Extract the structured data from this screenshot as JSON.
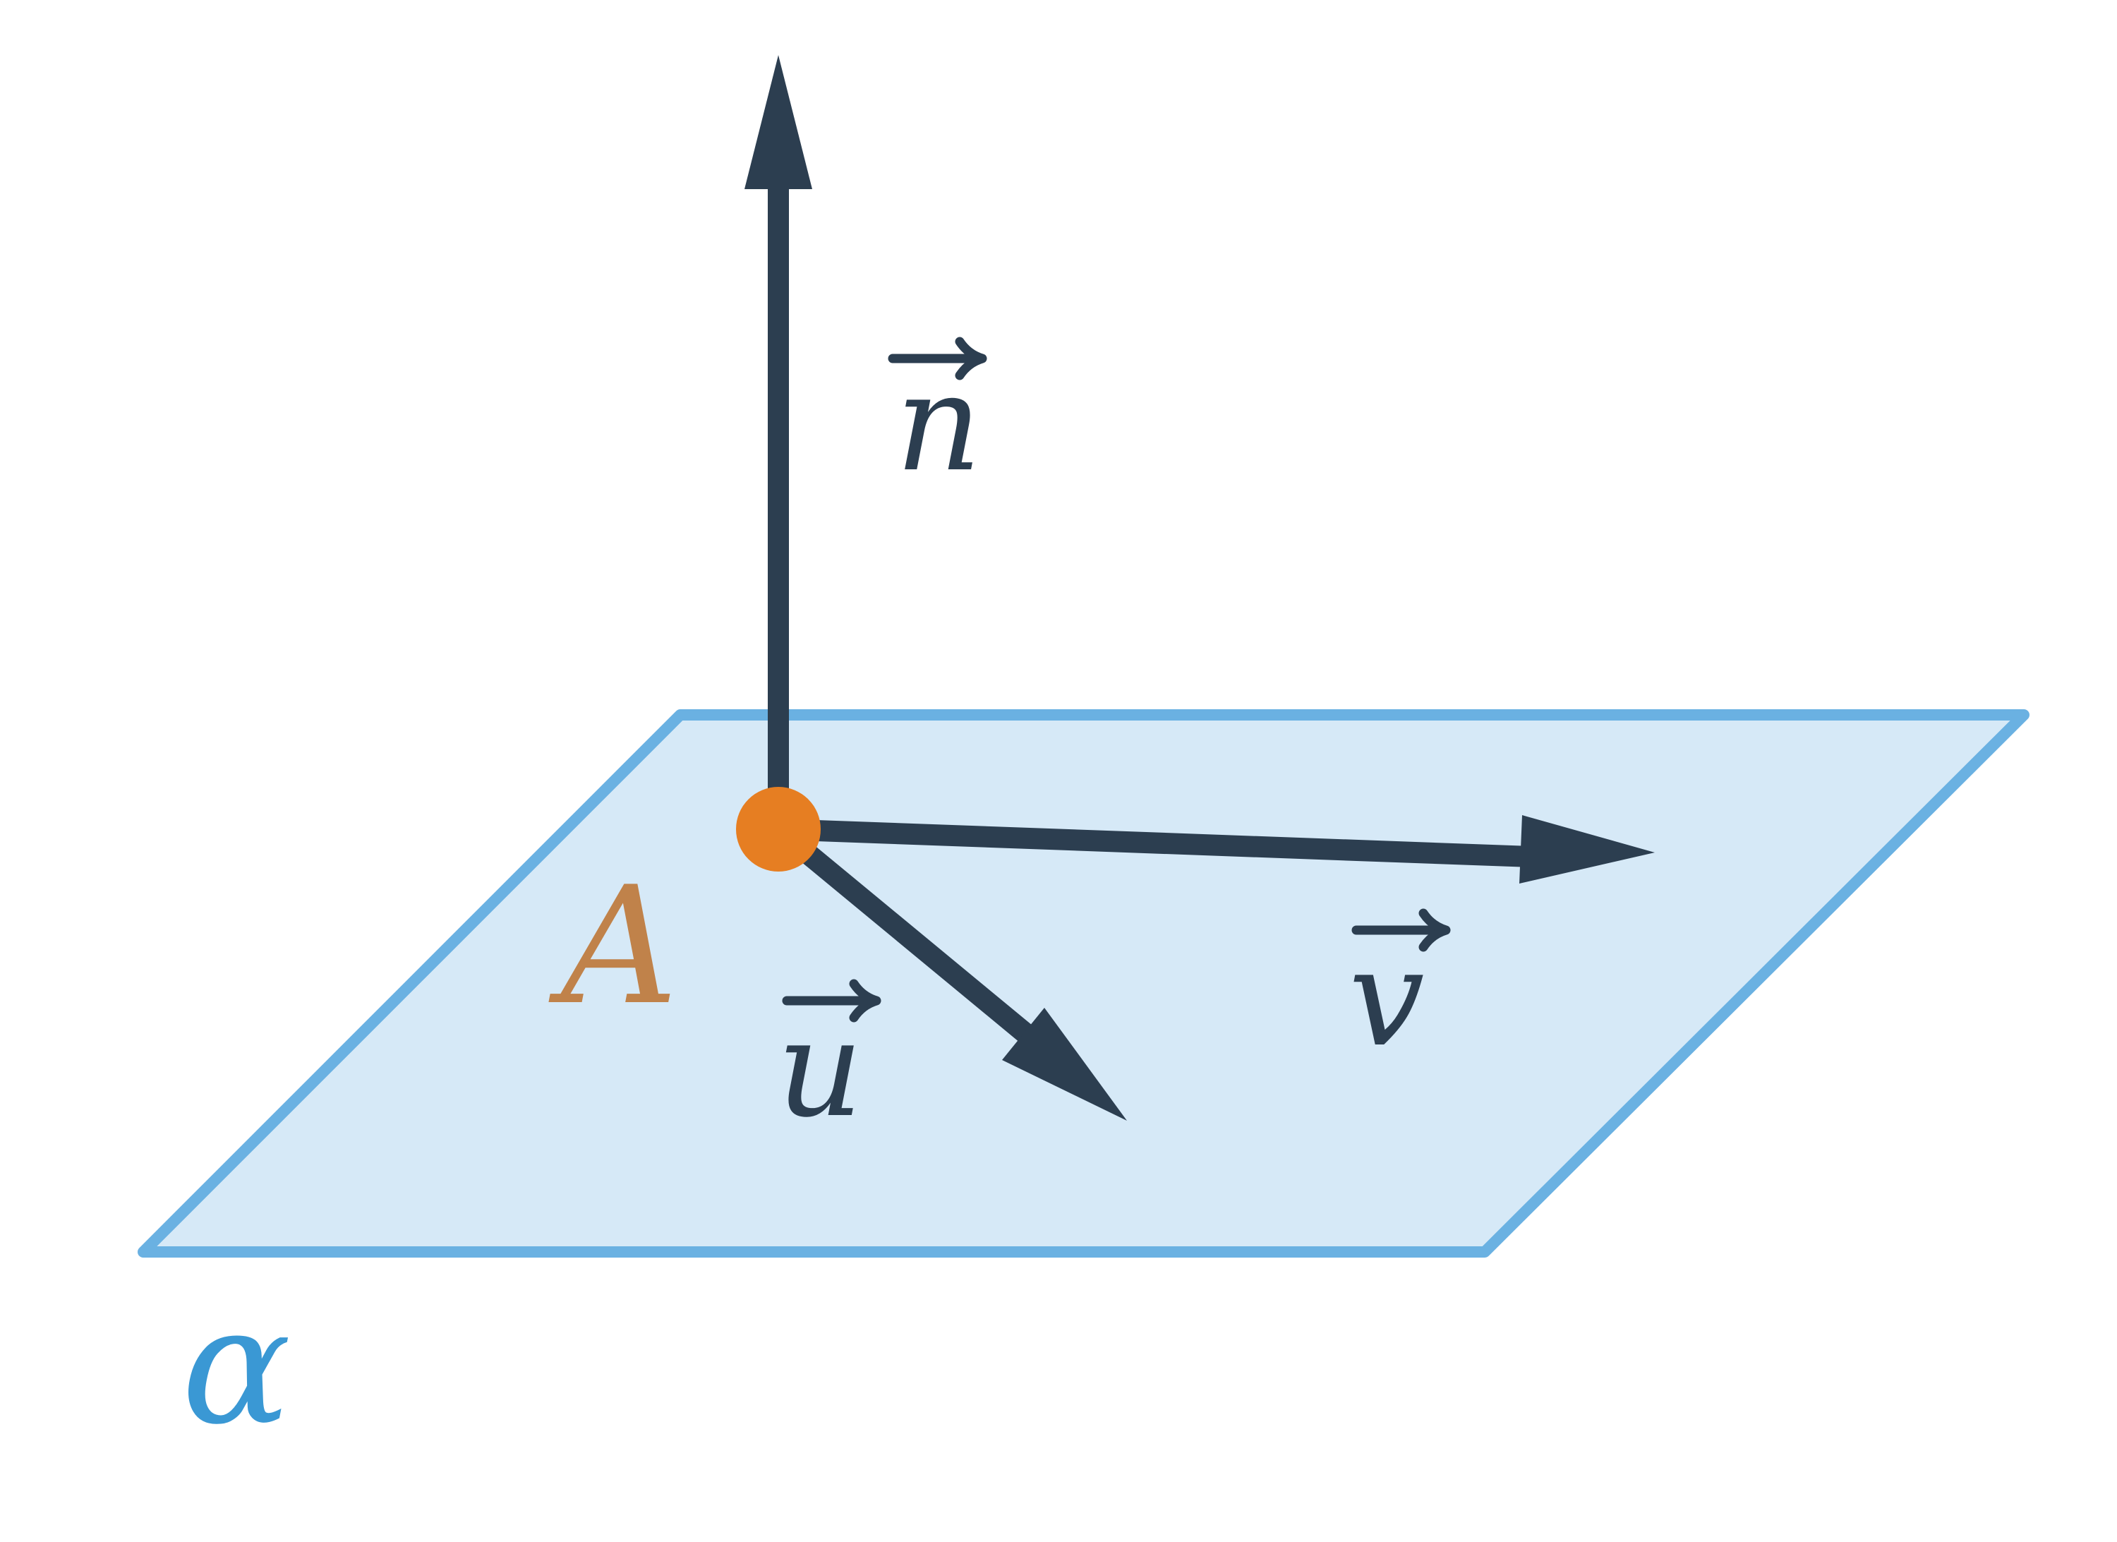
{
  "diagram": {
    "labels": {
      "normal": "n",
      "vector_u": "u",
      "vector_v": "v",
      "point": "A",
      "plane": "α"
    },
    "colors": {
      "plane_fill": "#d6e9f7",
      "plane_edge": "#6ab1e2",
      "vector": "#2c3e50",
      "point": "#e67e22",
      "point_label": "#c0824a",
      "plane_label": "#3a98d4"
    }
  }
}
